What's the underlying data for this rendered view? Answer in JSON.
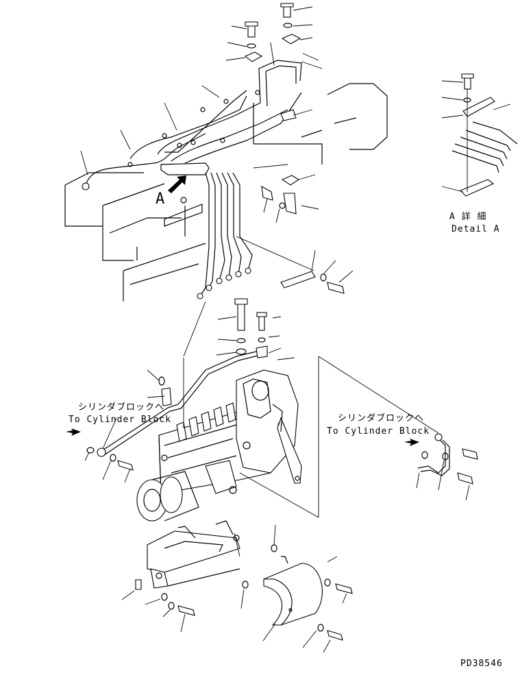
{
  "labels": {
    "view_marker": "A",
    "detail_jp": "A 詳 細",
    "detail_en": "Detail A",
    "left_dest_jp": "シリンダブロックへ",
    "left_dest_en": "To Cylinder Block",
    "right_dest_jp": "シリンダブロックへ",
    "right_dest_en": "To Cylinder Block",
    "drawing_number": "PD38546"
  }
}
